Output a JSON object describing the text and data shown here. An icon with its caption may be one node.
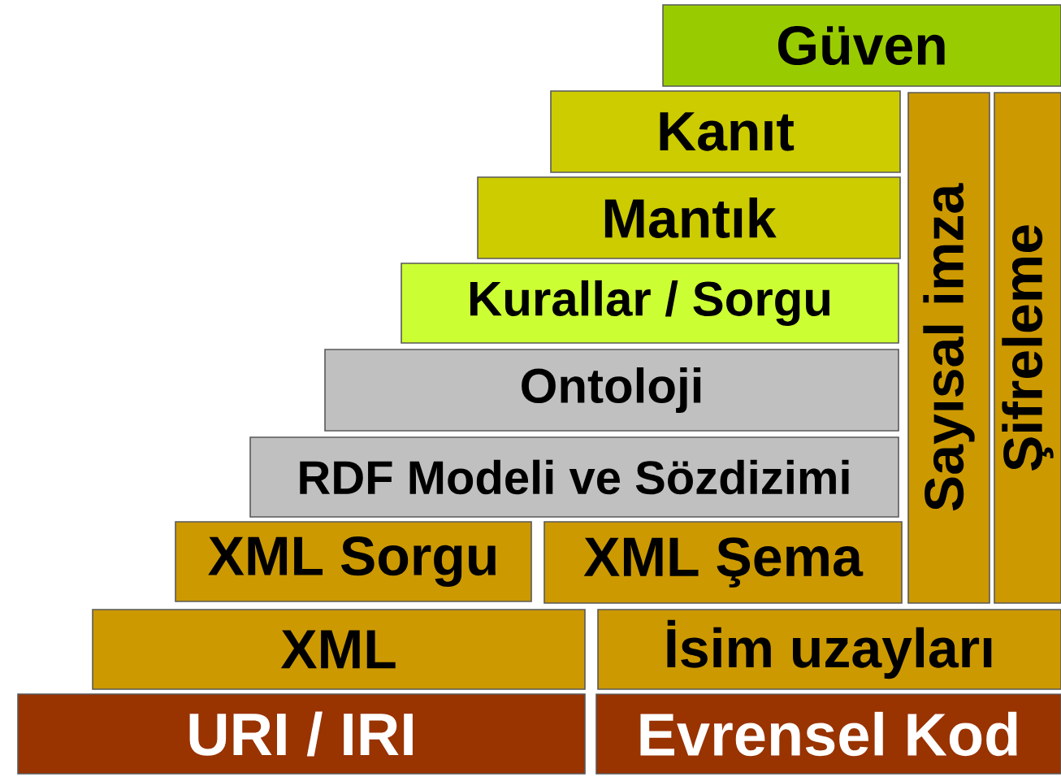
{
  "diagram": {
    "nodes": [
      {
        "text": [
          "Güven"
        ]
      },
      {
        "text": [
          "Kanıt"
        ]
      },
      {
        "text": [
          "Sayısal imza"
        ]
      },
      {
        "text": [
          "Şifreleme"
        ]
      },
      {
        "text": [
          "Mantık"
        ]
      },
      {
        "text": [
          "Kurallar / Sorgu"
        ]
      },
      {
        "text": [
          "Ontoloji"
        ]
      },
      {
        "text": [
          "RDF Modeli ve Sözdizimi"
        ]
      },
      {
        "text": [
          "XML Sorgu"
        ]
      },
      {
        "text": [
          "XML Şema"
        ]
      },
      {
        "text": [
          "XML"
        ]
      },
      {
        "text": [
          "İsim uzayları"
        ]
      },
      {
        "text": [
          "URI / IRI"
        ]
      },
      {
        "text": [
          "Evrensel Kod"
        ]
      }
    ]
  }
}
